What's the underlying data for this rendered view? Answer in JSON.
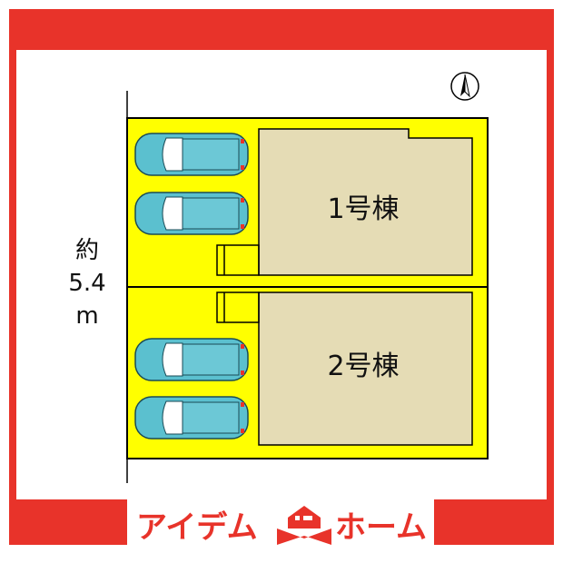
{
  "buildings": [
    {
      "label": "1号棟"
    },
    {
      "label": "2号棟"
    }
  ],
  "dimension": {
    "prefix": "約",
    "value": "5.4",
    "unit": "m"
  },
  "north_label": "N",
  "logo": {
    "left_text": "アイデム",
    "right_text": "ホーム"
  },
  "colors": {
    "frame": "#e8332a",
    "lot": "#ffff00",
    "house": "#e5dcb5",
    "car": "#5bc0cf"
  },
  "parking_spaces": 4
}
